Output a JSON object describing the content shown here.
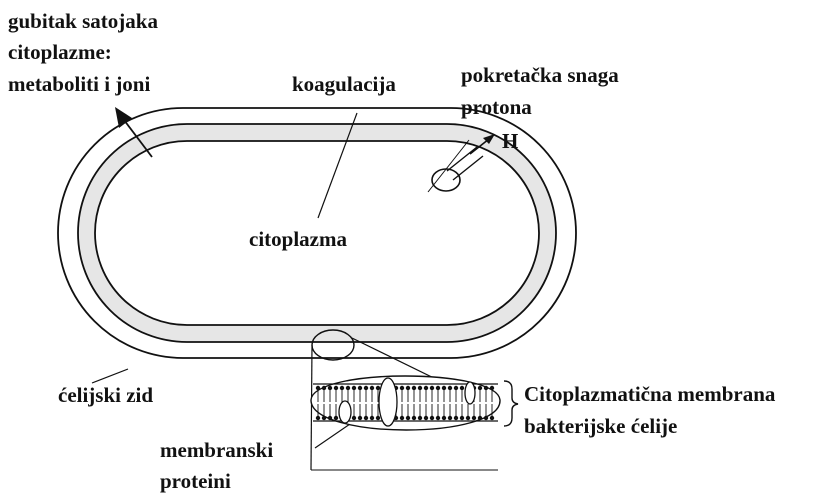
{
  "labels": {
    "loss_line1": "gubitak satojaka",
    "loss_line2": "citoplazme:",
    "loss_line3": "metaboliti i joni",
    "coagulation": "koagulacija",
    "pmf_line1": "pokretačka snaga",
    "pmf_line2": "protona",
    "proton": "H",
    "cytoplasm": "citoplazma",
    "cell_wall": "ćelijski zid",
    "membrane_line1": "Citoplazmatična membrana",
    "membrane_line2": "bakterijske ćelije",
    "proteins_line1": "membranski",
    "proteins_line2": "proteini"
  },
  "colors": {
    "line": "#111111",
    "membrane_band": "#e6e6e6",
    "background": "#ffffff"
  }
}
